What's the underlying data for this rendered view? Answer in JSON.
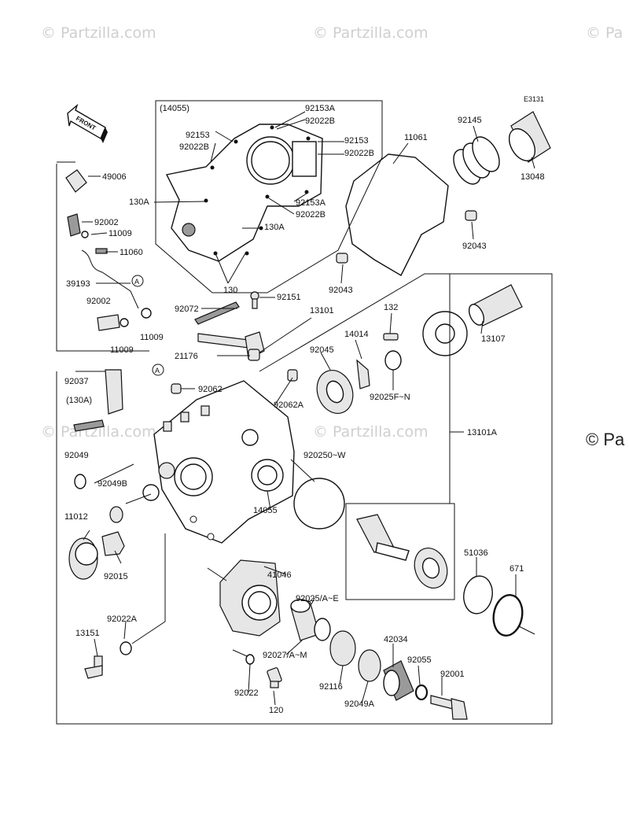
{
  "watermark": {
    "text": "© Partzilla.com",
    "text_cropped": "© Pa",
    "side_text": "© Pa"
  },
  "diagram_code": "E3131",
  "front_label": "FRONT",
  "callout_marker": "A",
  "group_ref": "(14055)",
  "sub_ref": "(130A)",
  "parts": [
    "92153A",
    "92022B",
    "92153",
    "92022B",
    "92153",
    "92022B",
    "130A",
    "92153A",
    "92022B",
    "130A",
    "130",
    "11061",
    "92145",
    "13048",
    "92043",
    "92043",
    "49006",
    "92002",
    "11009",
    "11060",
    "39193",
    "92002",
    "11009",
    "11009",
    "92072",
    "92151",
    "13101",
    "132",
    "14014",
    "13107",
    "21176",
    "92045",
    "92025F~N",
    "92037",
    "92062",
    "92062A",
    "13101A",
    "92049",
    "92049B",
    "920250~W",
    "14055",
    "11012",
    "92015",
    "41046",
    "51036",
    "671",
    "92022A",
    "92025/A~E",
    "42034",
    "92055",
    "92001",
    "13151",
    "92027/A~M",
    "92116",
    "92049A",
    "92022",
    "120"
  ]
}
